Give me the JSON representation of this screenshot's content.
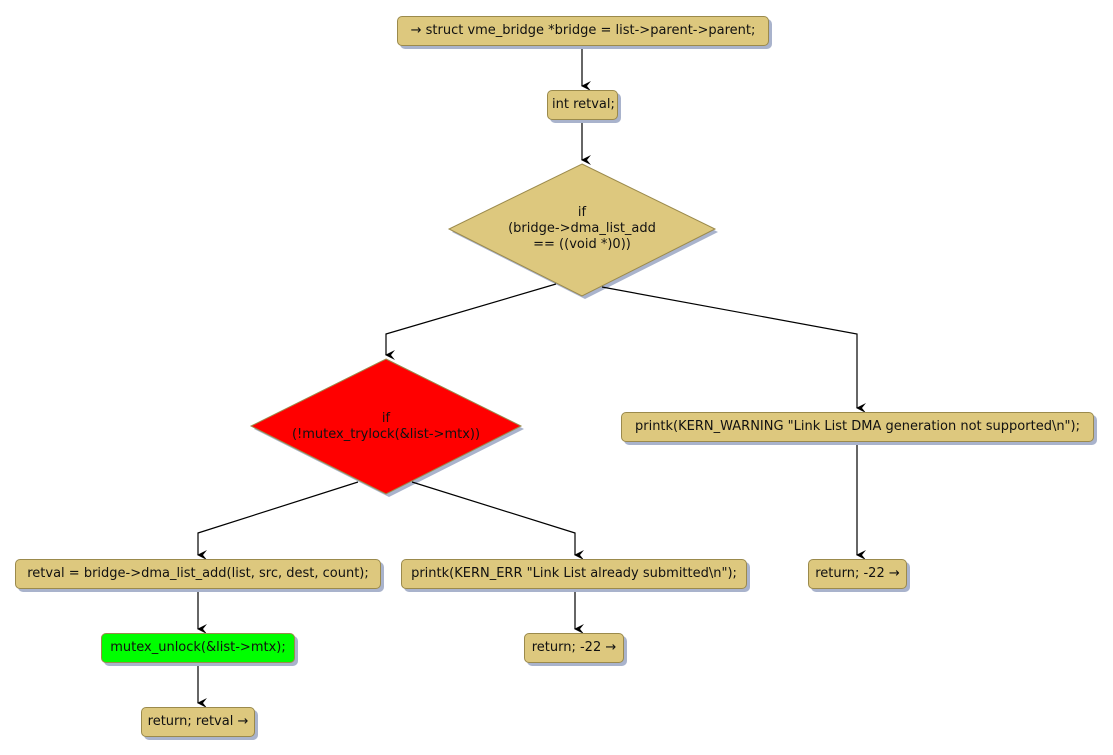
{
  "colors": {
    "default_fill": "#ddc87e",
    "default_border": "#9b8a4c",
    "shadow": "#a9b3cc",
    "red_fill": "#ff0000",
    "green_fill": "#00ff00",
    "edge": "#000000"
  },
  "nodes": {
    "start": "→ struct vme_bridge *bridge = list->parent->parent;",
    "decl_retval": "int retval;",
    "cond_dma_list_add": "if\n(bridge->dma_list_add\n== ((void *)0))",
    "cond_mutex_trylock": "if\n(!mutex_trylock(&list->mtx))",
    "printk_warning": "printk(KERN_WARNING \"Link List DMA generation not supported\\n\");",
    "return_warning": "return; -22 →",
    "call_dma_list_add": "retval = bridge->dma_list_add(list, src, dest, count);",
    "printk_err": "printk(KERN_ERR \"Link List already submitted\\n\");",
    "mutex_unlock": "mutex_unlock(&list->mtx);",
    "return_err": "return; -22 →",
    "return_retval": "return; retval →"
  }
}
